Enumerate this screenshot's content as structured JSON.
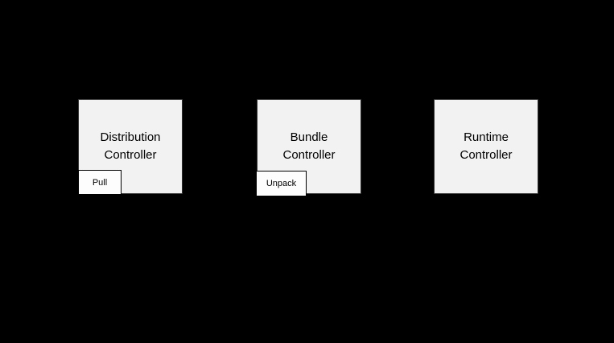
{
  "canvas": {
    "background": "#000000"
  },
  "diagram": {
    "colors": {
      "node_fill": "#f2f2f2",
      "node_border": "#333333",
      "badge_fill": "#fdfdfd",
      "badge_border": "#000000",
      "text": "#000000"
    },
    "nodes": [
      {
        "title_line1": "Distribution",
        "title_line2": "Controller",
        "badge": "Pull"
      },
      {
        "title_line1": "Bundle",
        "title_line2": "Controller",
        "badge": "Unpack"
      },
      {
        "title_line1": "Runtime",
        "title_line2": "Controller"
      }
    ]
  }
}
